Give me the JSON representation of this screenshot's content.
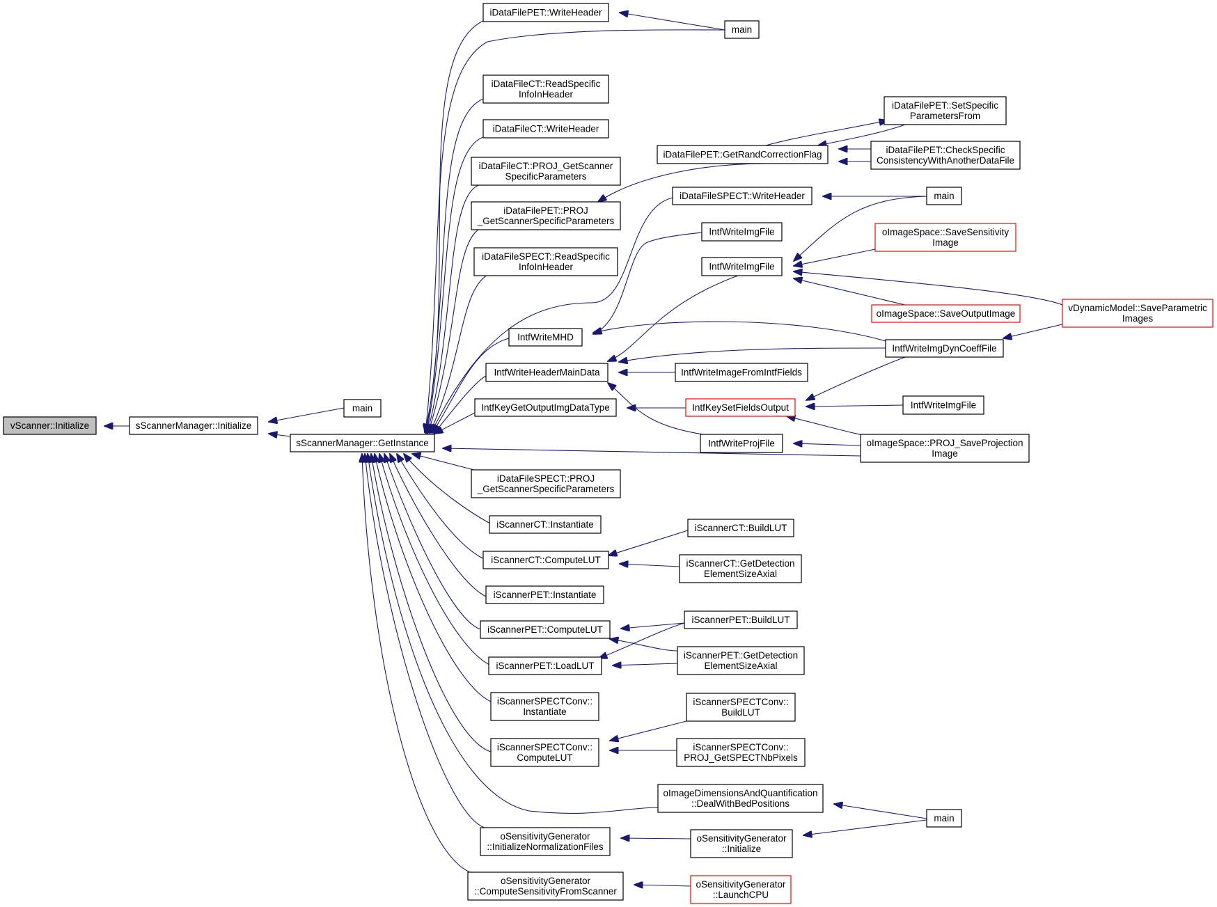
{
  "colors": {
    "edge": "#191970",
    "box_border": "#000000",
    "box_border_red": "#ff0000",
    "highlight_fill": "#bfbfbf",
    "background": "#ffffff"
  },
  "nodes": {
    "n_root": "vScanner::Initialize",
    "n_smgr_init": "sScannerManager::Initialize",
    "n_main_mid": "main",
    "n_getinst": "sScannerManager::GetInstance",
    "n_pet_write": "iDataFilePET::WriteHeader",
    "n_main_top": "main",
    "n_ct_readspec": [
      "iDataFileCT::ReadSpecific",
      "InfoInHeader"
    ],
    "n_ct_write": "iDataFileCT::WriteHeader",
    "n_ct_proj": [
      "iDataFileCT::PROJ_GetScanner",
      "SpecificParameters"
    ],
    "n_pet_proj": [
      "iDataFilePET::PROJ",
      "_GetScannerSpecificParameters"
    ],
    "n_spect_readspec": [
      "iDataFileSPECT::ReadSpecific",
      "InfoInHeader"
    ],
    "n_pet_randcorr": "iDataFilePET::GetRandCorrectionFlag",
    "n_pet_setspec": [
      "iDataFilePET::SetSpecific",
      "ParametersFrom"
    ],
    "n_pet_checkspec": [
      "iDataFilePET::CheckSpecific",
      "ConsistencyWithAnotherDataFile"
    ],
    "n_spect_write": "iDataFileSPECT::WriteHeader",
    "n_main_r1": "main",
    "n_imgfile1": "IntfWriteImgFile",
    "n_imgfile2": "IntfWriteImgFile",
    "n_savesens": [
      "oImageSpace::SaveSensitivity",
      "Image"
    ],
    "n_saveout": "oImageSpace::SaveOutputImage",
    "n_saveparam": [
      "vDynamicModel::SaveParametric",
      "Images"
    ],
    "n_mhd": "IntfWriteMHD",
    "n_dyncoeff": "IntfWriteImgDynCoeffFile",
    "n_headermain": "IntfWriteHeaderMainData",
    "n_imgfromfields": "IntfWriteImageFromIntfFields",
    "n_keyout": "IntfKeyGetOutputImgDataType",
    "n_keyset": "IntfKeySetFieldsOutput",
    "n_imgfile3": "IntfWriteImgFile",
    "n_projfile": "IntfWriteProjFile",
    "n_saveproj": [
      "oImageSpace::PROJ_SaveProjection",
      "Image"
    ],
    "n_spect_proj": [
      "iDataFileSPECT::PROJ",
      "_GetScannerSpecificParameters"
    ],
    "n_ct_inst": "iScannerCT::Instantiate",
    "n_ct_buildlut": "iScannerCT::BuildLUT",
    "n_ct_compute": "iScannerCT::ComputeLUT",
    "n_ct_getdet": [
      "iScannerCT::GetDetection",
      "ElementSizeAxial"
    ],
    "n_pet_inst": "iScannerPET::Instantiate",
    "n_pet_buildlut": "iScannerPET::BuildLUT",
    "n_pet_compute": "iScannerPET::ComputeLUT",
    "n_pet_getdet": [
      "iScannerPET::GetDetection",
      "ElementSizeAxial"
    ],
    "n_pet_load": "iScannerPET::LoadLUT",
    "n_sc_inst": [
      "iScannerSPECTConv::",
      "Instantiate"
    ],
    "n_sc_buildlut": [
      "iScannerSPECTConv::",
      "BuildLUT"
    ],
    "n_sc_compute": [
      "iScannerSPECTConv::",
      "ComputeLUT"
    ],
    "n_sc_nbpix": [
      "iScannerSPECTConv::",
      "PROJ_GetSPECTNbPixels"
    ],
    "n_dimbed": [
      "oImageDimensionsAndQuantification",
      "::DealWithBedPositions"
    ],
    "n_main_bot": "main",
    "n_sg_norm": [
      "oSensitivityGenerator",
      "::InitializeNormalizationFiles"
    ],
    "n_sg_init": [
      "oSensitivityGenerator",
      "::Initialize"
    ],
    "n_sg_compute": [
      "oSensitivityGenerator",
      "::ComputeSensitivityFromScanner"
    ],
    "n_sg_launch": [
      "oSensitivityGenerator",
      "::LaunchCPU"
    ]
  }
}
